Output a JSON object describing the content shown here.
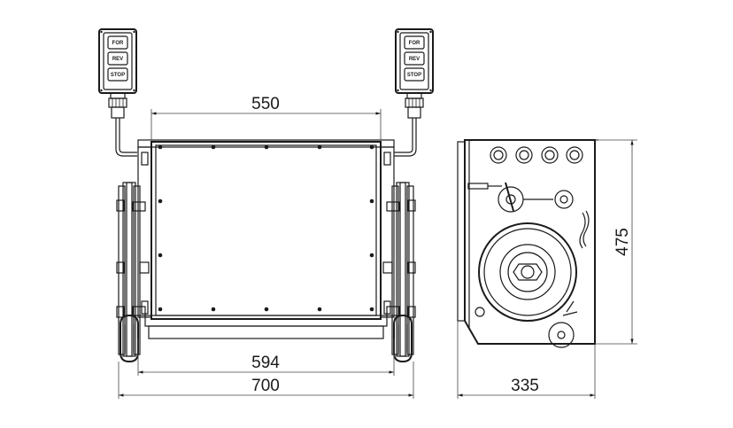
{
  "pendant_buttons": [
    "FOR",
    "REV",
    "STOP"
  ],
  "dimensions": {
    "top_width": "550",
    "inner_width": "594",
    "overall_width": "700",
    "side_depth": "335",
    "side_height": "475"
  }
}
